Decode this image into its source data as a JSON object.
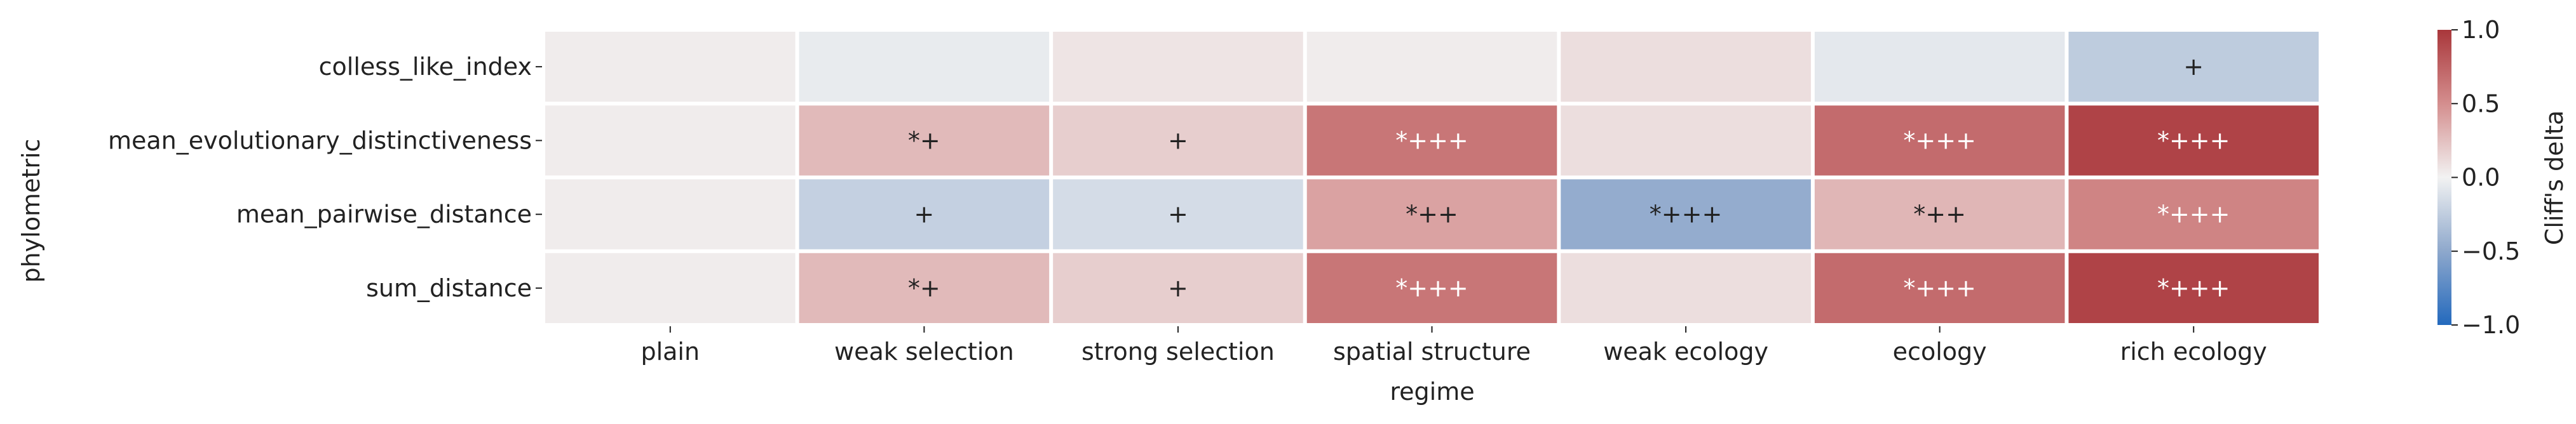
{
  "chart_data": {
    "type": "heatmap",
    "xlabel": "regime",
    "ylabel": "phylometric",
    "columns": [
      "plain",
      "weak selection",
      "strong selection",
      "spatial structure",
      "weak ecology",
      "ecology",
      "rich ecology"
    ],
    "rows": [
      "colless_like_index",
      "mean_evolutionary_distinctiveness",
      "mean_pairwise_distance",
      "sum_distance"
    ],
    "values": [
      [
        0.03,
        -0.05,
        0.07,
        0.03,
        0.1,
        -0.07,
        -0.26
      ],
      [
        0.03,
        0.28,
        0.18,
        0.64,
        0.1,
        0.7,
        0.93
      ],
      [
        0.03,
        -0.23,
        -0.15,
        0.4,
        -0.47,
        0.3,
        0.56
      ],
      [
        0.03,
        0.28,
        0.18,
        0.64,
        0.1,
        0.7,
        0.93
      ]
    ],
    "annotations": [
      [
        "",
        "",
        "",
        "",
        "",
        "",
        "+"
      ],
      [
        "",
        "*+",
        "+",
        "*+++",
        "",
        "*+++",
        "*+++"
      ],
      [
        "",
        "+",
        "+",
        "*++",
        "*+++",
        "*++",
        "*+++"
      ],
      [
        "",
        "*+",
        "+",
        "*+++",
        "",
        "*+++",
        "*+++"
      ]
    ],
    "colorbar": {
      "label": "Cliff's delta",
      "range": [
        -1.0,
        1.0
      ],
      "ticks": [
        "−1.0",
        "−0.5",
        "0.0",
        "0.5",
        "1.0"
      ],
      "tick_values": [
        -1.0,
        -0.5,
        0.0,
        0.5,
        1.0
      ]
    },
    "colormap": "vlag",
    "colormap_stops": {
      "low": "#2369bd",
      "mid": "#f2f2f2",
      "high": "#a9373b"
    }
  }
}
